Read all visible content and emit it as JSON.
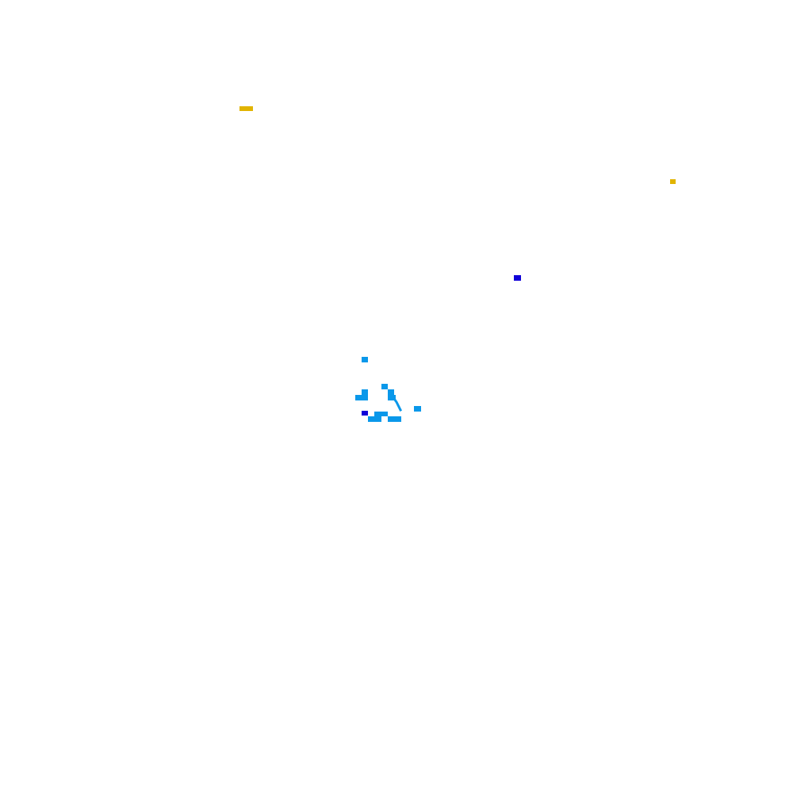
{
  "scene": {
    "background_color": "#ffffff",
    "description_text": "",
    "palette": {
      "yellow": "#e1b400",
      "cyan": "#0a98ea",
      "blue": "#1000d8"
    },
    "mark_groups": [
      {
        "name": "yellow-marks",
        "color_key": "yellow",
        "count": 2
      },
      {
        "name": "blue-marks",
        "color_key": "blue",
        "count": 2
      },
      {
        "name": "cyan-cluster",
        "color_key": "cyan",
        "count": 11
      }
    ]
  }
}
